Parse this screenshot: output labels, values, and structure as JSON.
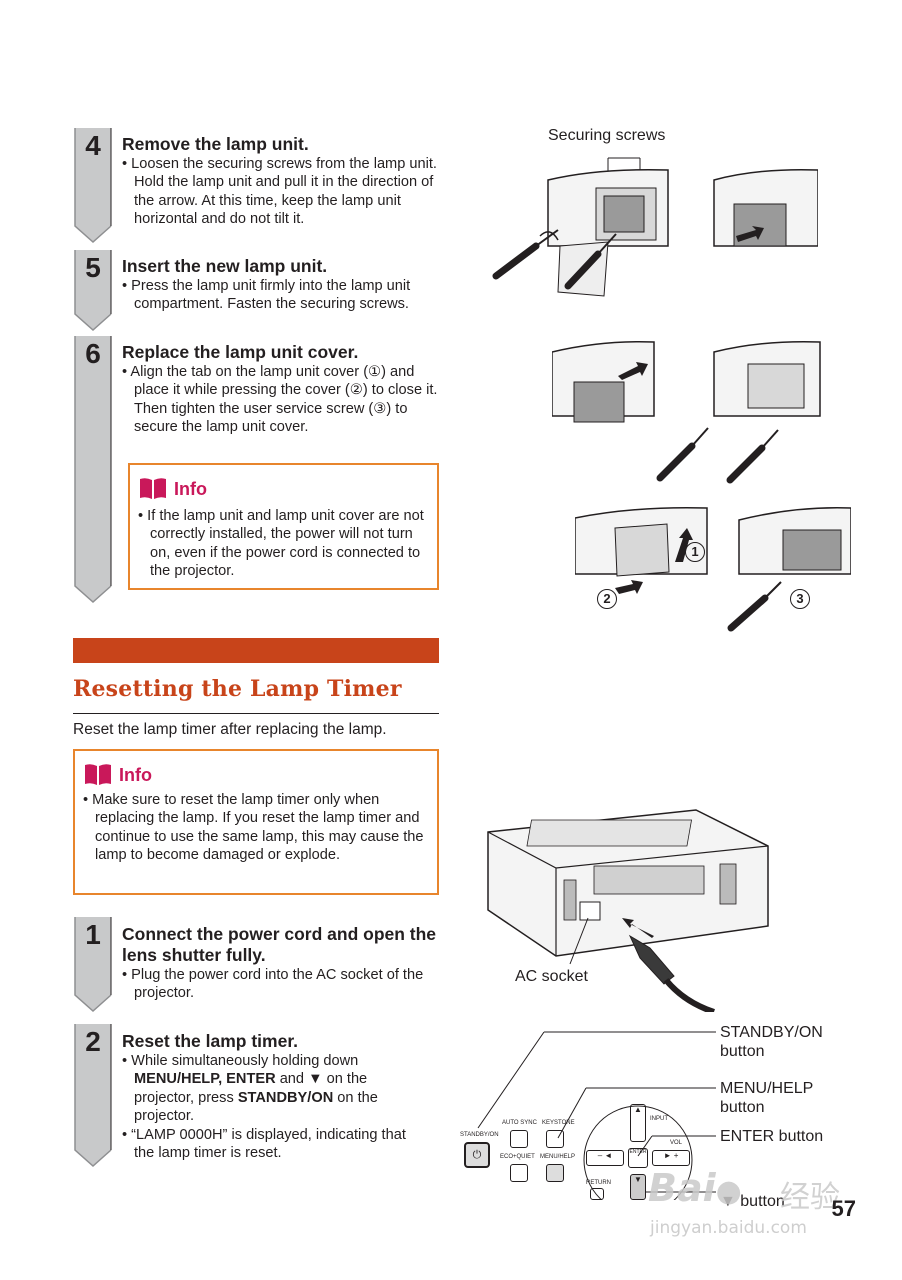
{
  "steps_top": [
    {
      "number": "4",
      "title": "Remove the lamp unit.",
      "bullets": [
        "• Loosen the securing screws from the lamp unit. Hold the lamp unit and pull it in the direction of the arrow. At this time, keep the lamp unit horizontal and do not tilt it."
      ]
    },
    {
      "number": "5",
      "title": "Insert the new lamp unit.",
      "bullets": [
        "• Press the lamp unit firmly into the lamp unit compartment. Fasten the securing screws."
      ]
    },
    {
      "number": "6",
      "title": "Replace the lamp unit cover.",
      "bullets": [
        "• Align the tab on the lamp unit cover (①) and place it while pressing the cover (②) to close it. Then tighten the user service screw (③) to secure the lamp unit cover."
      ]
    }
  ],
  "info1": {
    "label": "Info",
    "text": "• If the lamp unit and lamp unit cover are not correctly installed, the power will not turn on, even if the power cord is connected to the projector."
  },
  "section": {
    "title": "Resetting the Lamp Timer",
    "intro": "Reset the lamp timer after replacing the lamp."
  },
  "info2": {
    "label": "Info",
    "text": "• Make sure to reset the lamp timer only when replacing the lamp. If you reset the lamp timer and continue to use the same lamp, this may cause the lamp to become damaged or explode."
  },
  "steps_bottom": [
    {
      "number": "1",
      "title": "Connect the power cord and open the lens shutter fully.",
      "bullet": "• Plug the power cord into the AC socket of the projector."
    },
    {
      "number": "2",
      "title": "Reset the lamp timer.",
      "bullet1_pre": "• While simultaneously holding down ",
      "bullet1_bold1": "MENU/HELP, ENTER",
      "bullet1_mid": " and ▼ on the projector, press ",
      "bullet1_bold2": "STANDBY/ON",
      "bullet1_post": " on the projector.",
      "bullet2": "• “LAMP 0000H” is displayed, indicating that the lamp timer is reset."
    }
  ],
  "labels": {
    "securing_screws": "Securing screws",
    "ac_socket": "AC socket",
    "standby": "STANDBY/ON button",
    "menu_help": "MENU/HELP button",
    "enter": "ENTER button",
    "down": "▼ button"
  },
  "callouts": {
    "c1": "1",
    "c2": "2",
    "c3": "3"
  },
  "panel": {
    "standby": "STANDBY/ON",
    "auto_sync": "AUTO SYNC",
    "keystone": "KEYSTONE",
    "eco": "ECO+QUIET",
    "menu_help": "MENU/HELP",
    "input": "INPUT",
    "vol": "VOL",
    "enter": "ENTER",
    "return": "RETURN"
  },
  "page_number": "57",
  "watermark": {
    "brand": "Bai",
    "cn": "经验",
    "url": "jingyan.baidu.com"
  },
  "colors": {
    "accent": "#c8441a",
    "info_border": "#e8852c",
    "info_label": "#c9185a",
    "tab_gray": "#c8c9ca"
  }
}
